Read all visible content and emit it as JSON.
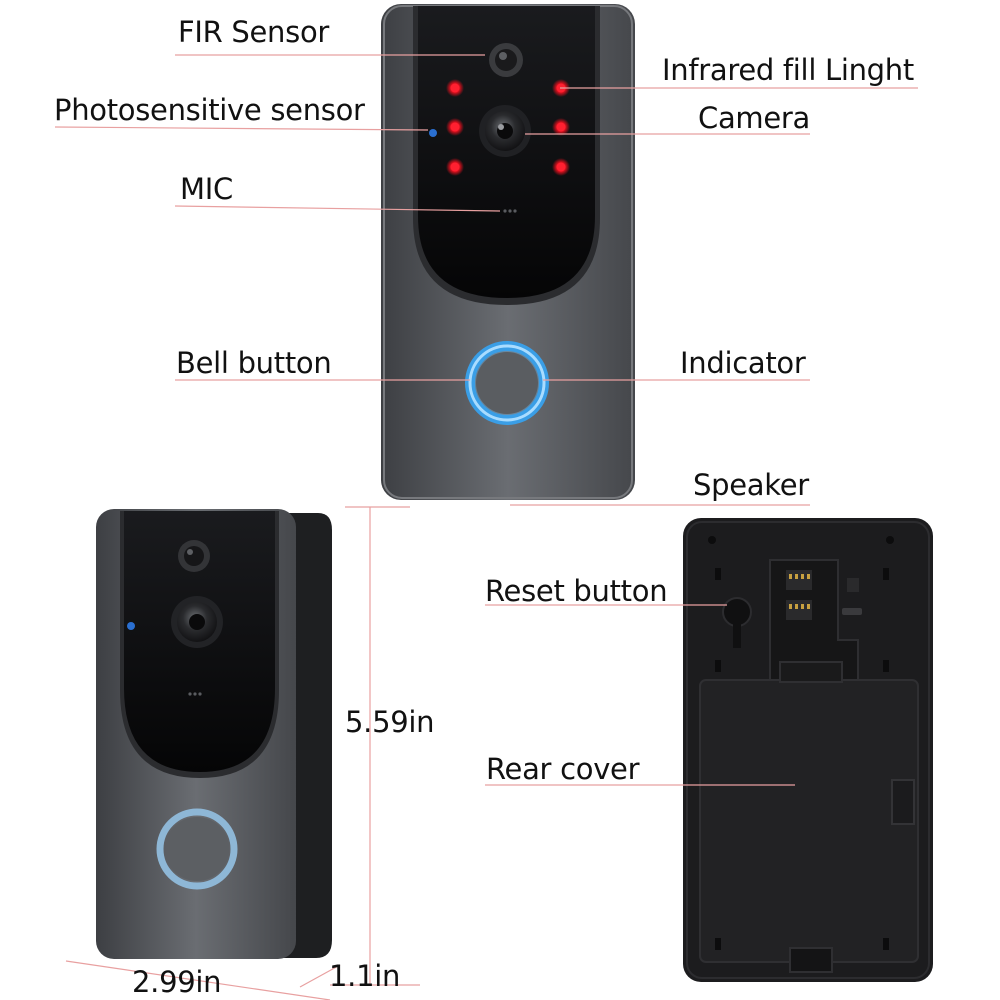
{
  "labels": {
    "fir_sensor": "FIR Sensor",
    "photosensitive_sensor": "Photosensitive sensor",
    "mic": "MIC",
    "bell_button": "Bell button",
    "infrared_fill_light": "Infrared fill Linght",
    "camera": "Camera",
    "indicator": "Indicator",
    "speaker": "Speaker",
    "reset_button": "Reset button",
    "rear_cover": "Rear cover"
  },
  "dimensions": {
    "height": "5.59in",
    "width": "2.99in",
    "depth": "1.1in"
  },
  "colors": {
    "leader_line": "#e8a0a0",
    "body": "#55585c",
    "glass": "#0a0a0c",
    "ir_led": "#e0101e",
    "ring": "#3a9ee6",
    "rear_body": "#1c1c1e"
  }
}
